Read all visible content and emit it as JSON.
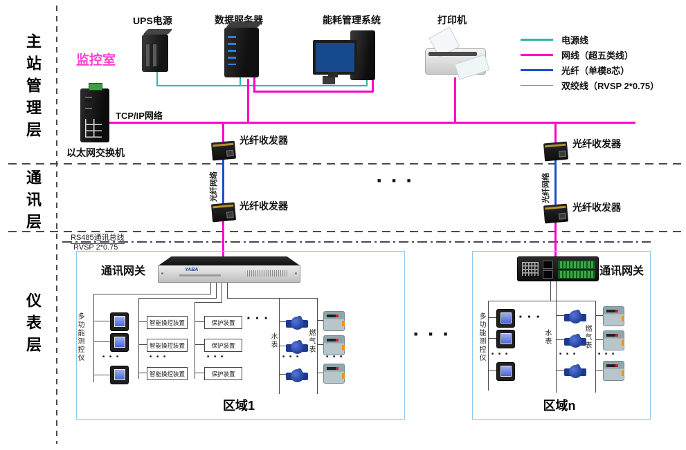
{
  "layers": {
    "l1": "主站管理层",
    "l2": "通讯层",
    "l3": "仪表层"
  },
  "monitor_room": "监控室",
  "devices": {
    "ups": "UPS电源",
    "server": "数据服务器",
    "energy": "能耗管理系统",
    "printer": "打印机",
    "switch": "以太网交换机"
  },
  "network": {
    "tcpip": "TCP/IP网络",
    "transceiver": "光纤收发器",
    "fiber": "光纤网络",
    "rs485": "RS485通讯总线",
    "rvsp": "RVSP 2*0.75",
    "dots": "■■■"
  },
  "legend": [
    {
      "label": "电源线",
      "color": "#2bb8a8"
    },
    {
      "label": "网线（超五类线）",
      "color": "#ff00c8"
    },
    {
      "label": "光纤（单模8芯）",
      "color": "#1d50c8"
    },
    {
      "label": "双绞线（RVSP 2*0.75）",
      "color": "#8a8a8a"
    }
  ],
  "region_common": {
    "gateway": "通讯网关",
    "gateway_brand": "YABA",
    "meter": "多功能测控仪",
    "control": "智能操控装置",
    "protect": "保护装置",
    "water": "水表",
    "gas": "燃气表",
    "dots3": "■■■"
  },
  "regions": {
    "r1": "区域1",
    "rn": "区域n"
  }
}
